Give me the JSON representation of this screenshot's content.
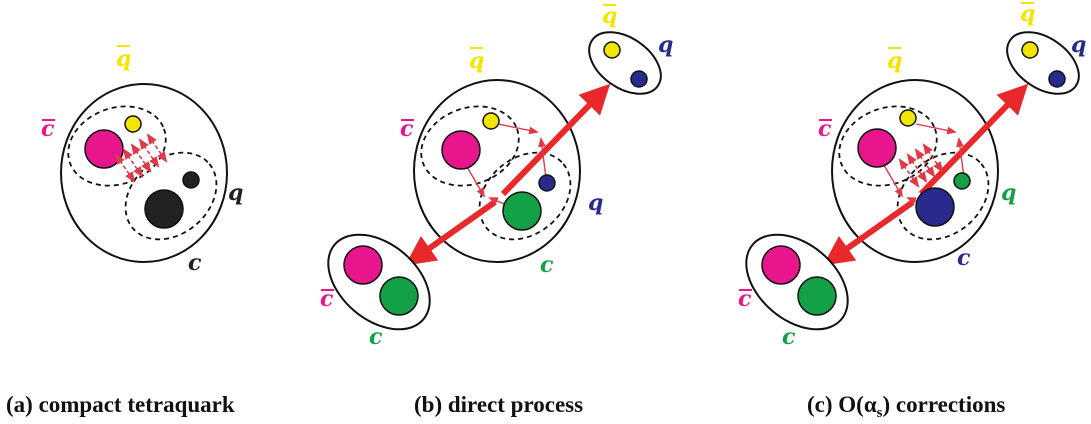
{
  "colors": {
    "c_bar": "#e8168c",
    "q_bar": "#f2e600",
    "c": "#14a046",
    "q": "#2a2a8c",
    "dark": "#222222",
    "arrow": "#e8282a",
    "gluon": "#e03a4a",
    "label_black": "#222222",
    "label_q_blue": "#2a2a8c",
    "label_c_green": "#14a046"
  },
  "panels": [
    {
      "labels": {
        "qbar": "q",
        "cbar": "c",
        "q": "q",
        "c": "c"
      },
      "caption": "(a) compact tetraquark"
    },
    {
      "labels": {
        "qbar": "q",
        "cbar": "c",
        "q": "q",
        "c": "c",
        "qbar_out": "q",
        "q_out": "q",
        "cbar_out": "c",
        "c_out": "c"
      },
      "caption": "(b) direct process"
    },
    {
      "labels": {
        "qbar": "q",
        "cbar": "c",
        "q": "q",
        "c": "c",
        "qbar_out": "q",
        "q_out": "q",
        "cbar_out": "c",
        "c_out": "c"
      },
      "caption_prefix": "(c) O(",
      "caption_alpha": "α",
      "caption_sub": "s",
      "caption_suffix": ") corrections"
    }
  ]
}
